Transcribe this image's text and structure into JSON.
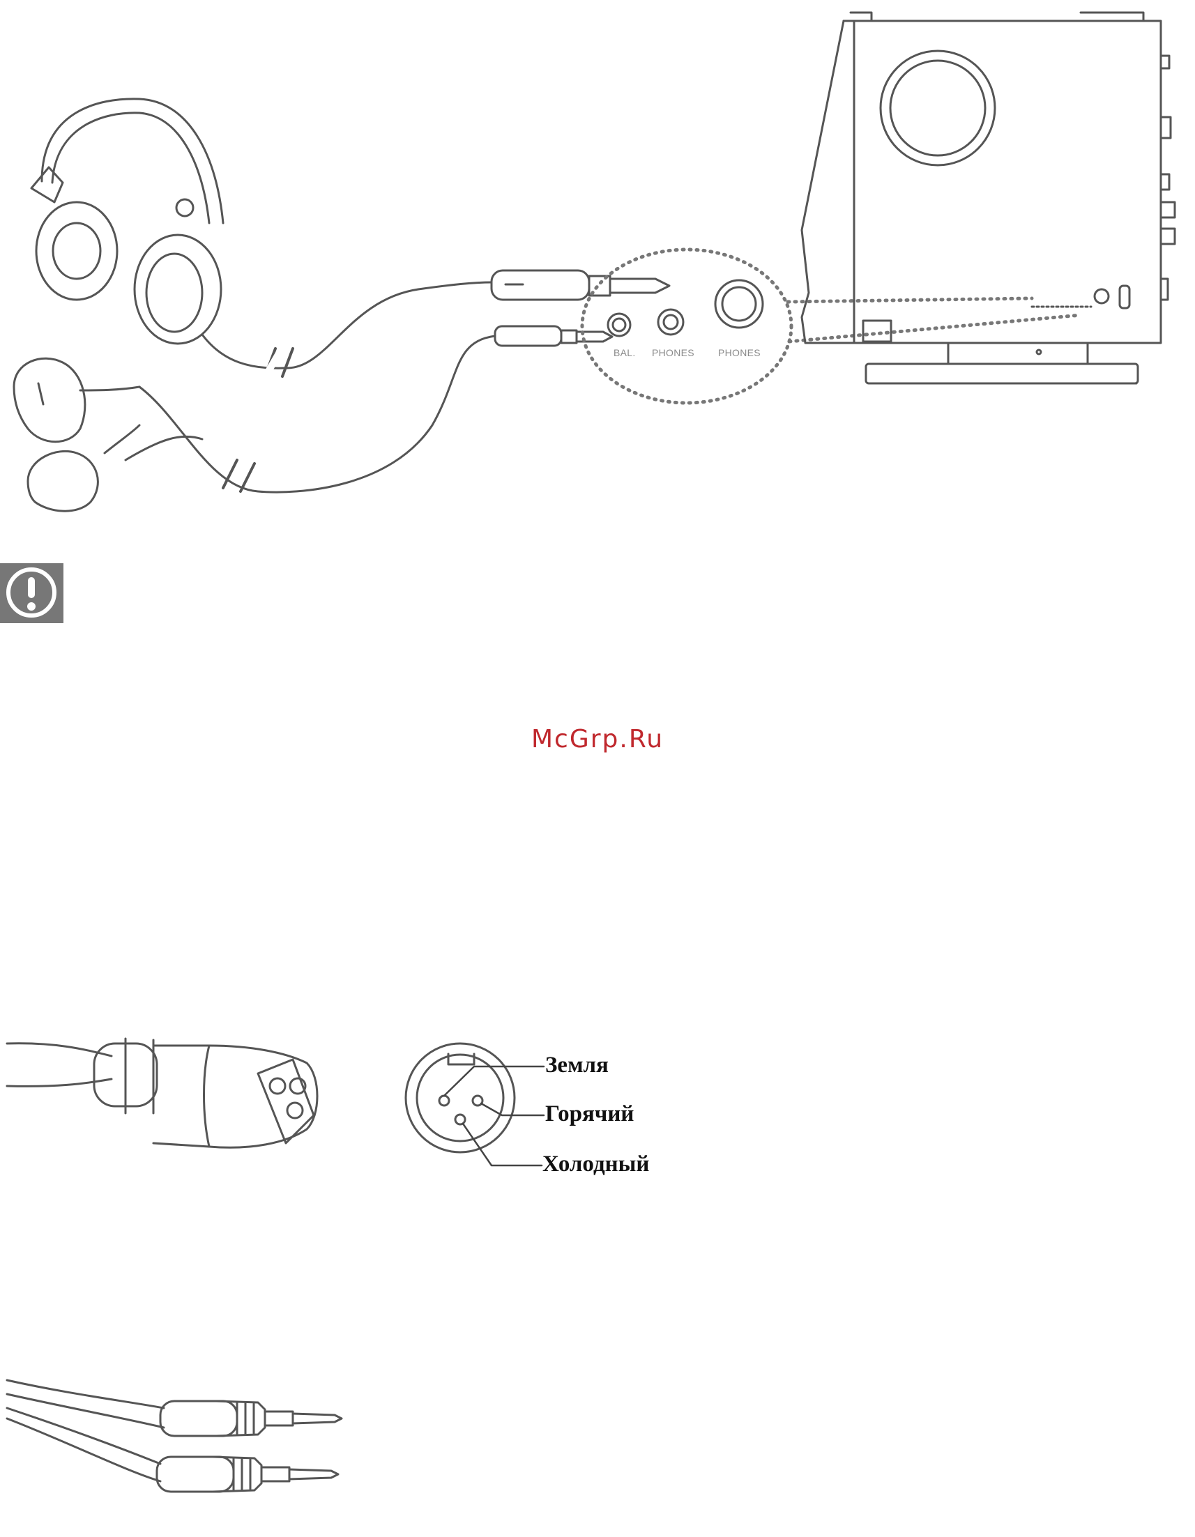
{
  "top_figure": {
    "port_labels": {
      "bal": "BAL.",
      "phones_small": "PHONES",
      "phones_large": "PHONES"
    }
  },
  "warning": {
    "icon": "exclamation-circle-icon"
  },
  "watermark": {
    "text": "McGrp.Ru",
    "color": "#c0282d"
  },
  "xlr_figure": {
    "labels": {
      "ground": "Земля",
      "hot": "Горячий",
      "cold": "Холодный"
    }
  },
  "rca_figure": {}
}
